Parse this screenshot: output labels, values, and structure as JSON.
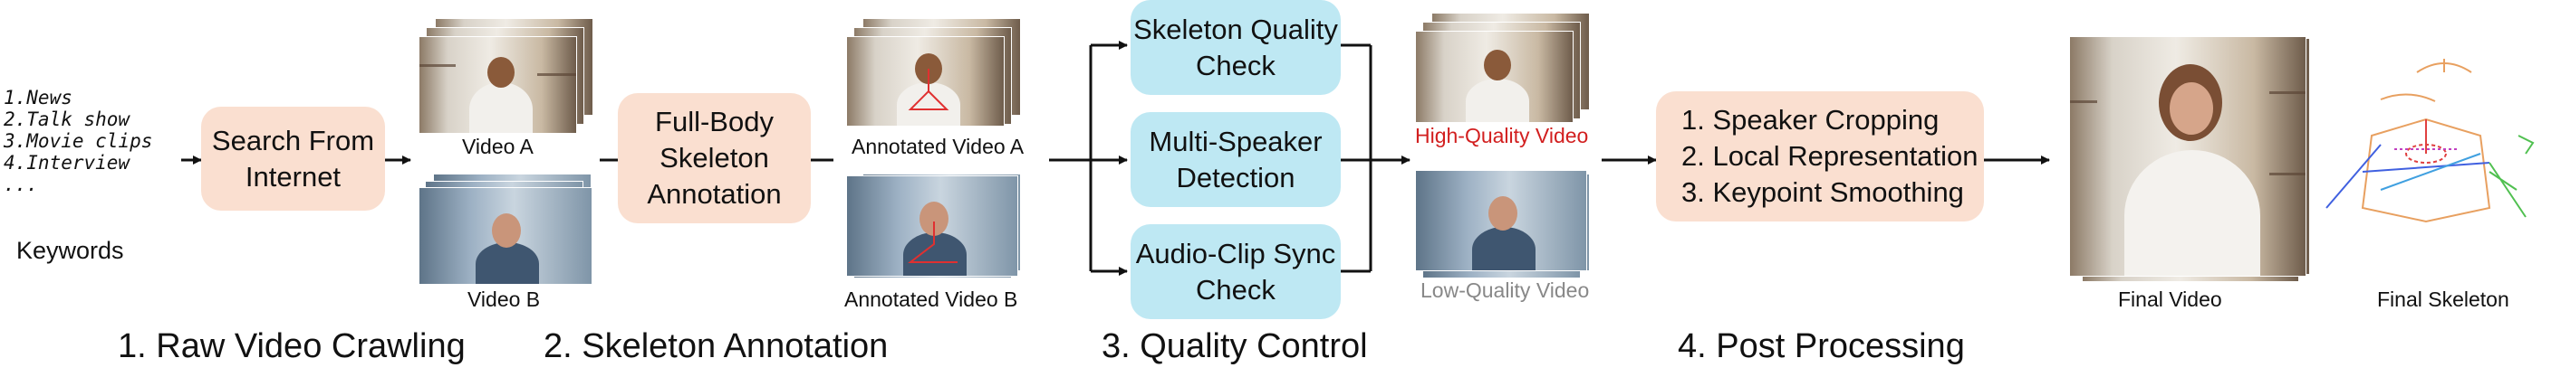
{
  "keywords": {
    "items": [
      "1.News",
      "2.Talk show",
      "3.Movie clips",
      "4.Interview",
      "..."
    ],
    "label": "Keywords"
  },
  "stage1": {
    "box": [
      "Search From",
      "Internet"
    ],
    "video_a": "Video A",
    "video_b": "Video B",
    "title": "1. Raw Video Crawling"
  },
  "stage2": {
    "box": [
      "Full-Body",
      "Skeleton",
      "Annotation"
    ],
    "annotated_a": "Annotated Video A",
    "annotated_b": "Annotated Video B",
    "title": "2. Skeleton Annotation"
  },
  "stage3": {
    "checks": [
      [
        "Skeleton Quality",
        "Check"
      ],
      [
        "Multi-Speaker",
        "Detection"
      ],
      [
        "Audio-Clip Sync",
        "Check"
      ]
    ],
    "high_quality": "High-Quality Video",
    "low_quality": "Low-Quality Video",
    "title": "3. Quality Control"
  },
  "stage4": {
    "steps": [
      "1. Speaker Cropping",
      "2. Local Representation",
      "3. Keypoint Smoothing"
    ],
    "final_video": "Final Video",
    "final_skeleton": "Final Skeleton",
    "title": "4. Post Processing"
  },
  "colors": {
    "peach": "#fadfd0",
    "blue": "#bee8f3",
    "high_quality": "#d21f1f",
    "low_quality": "#888888"
  }
}
